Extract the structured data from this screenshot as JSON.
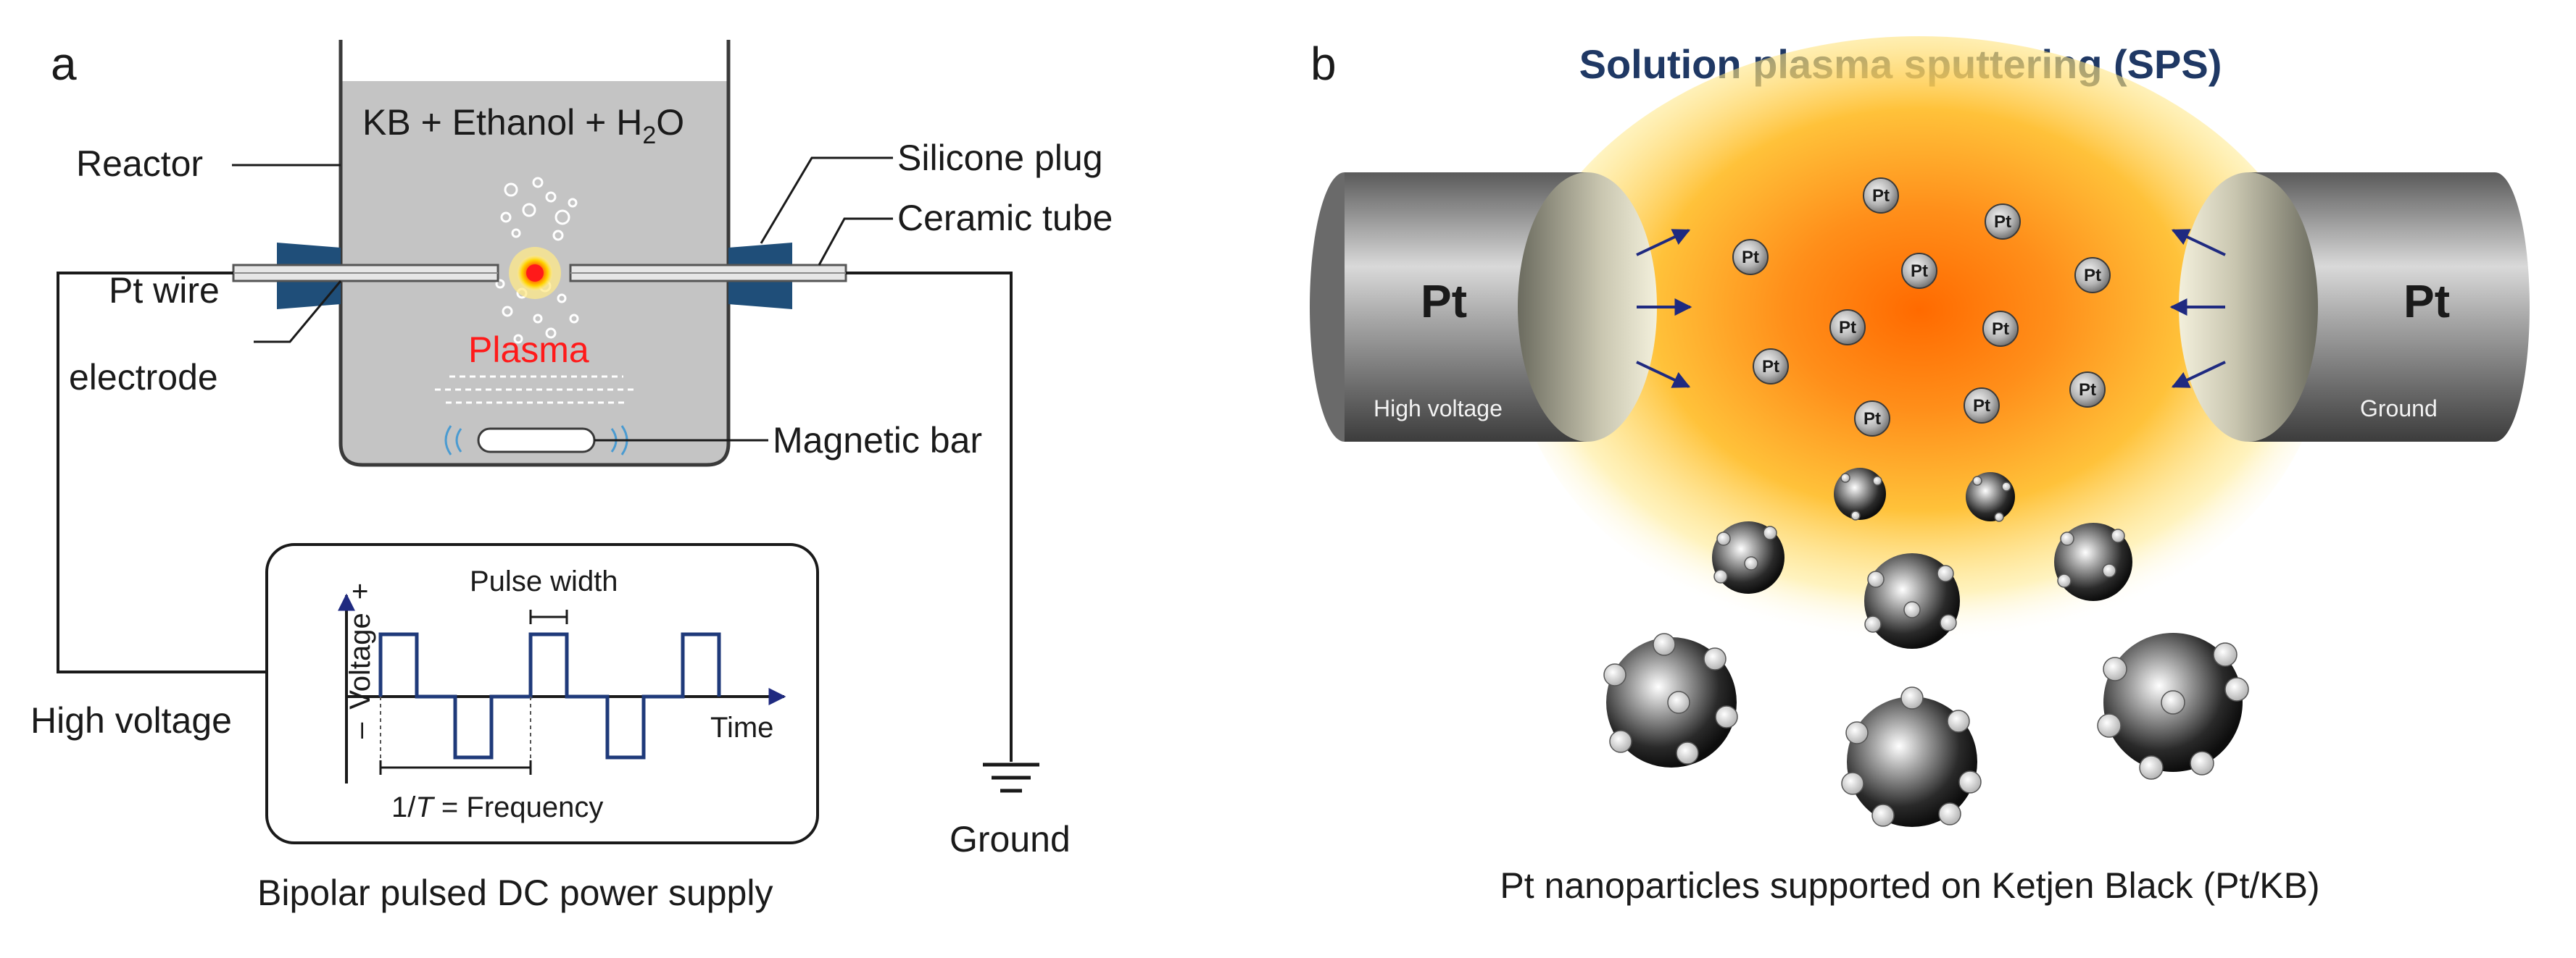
{
  "panel_a": {
    "letter": "a",
    "solution_label": "KB + Ethanol + H",
    "solution_subscript": "2",
    "solution_suffix": "O",
    "reactor_label": "Reactor",
    "silicone_plug_label": "Silicone plug",
    "ceramic_tube_label": "Ceramic tube",
    "pt_wire_label_line1": "Pt wire",
    "pt_wire_label_line2": "electrode",
    "plasma_label": "Plasma",
    "magnetic_bar_label": "Magnetic bar",
    "high_voltage_label": "High voltage",
    "ground_label": "Ground",
    "power_supply_label": "Bipolar pulsed DC power supply",
    "pulse_width_label": "Pulse width",
    "time_label": "Time",
    "voltage_label": "Voltage",
    "minus_sign": "–",
    "plus_sign": "+",
    "frequency_prefix": "1/",
    "frequency_T": "T",
    "frequency_suffix": " = Frequency"
  },
  "panel_b": {
    "letter": "b",
    "title": "Solution plasma sputtering (SPS)",
    "left_electrode_label": "Pt",
    "left_electrode_sub": "High voltage",
    "right_electrode_label": "Pt",
    "right_electrode_sub": "Ground",
    "particle_label": "Pt",
    "caption": "Pt nanoparticles supported on Ketjen Black (Pt/KB)"
  },
  "colors": {
    "plug_blue": "#1f4e79",
    "arrow_navy": "#1f2a80",
    "title_navy": "#1f3864",
    "plasma_red": "#ff1a1a",
    "plasma_orange": "#ff7a00",
    "plasma_yellow": "#ffd400",
    "solution_gray": "#c4c4c4",
    "wave_navy": "#1f3a7a"
  }
}
